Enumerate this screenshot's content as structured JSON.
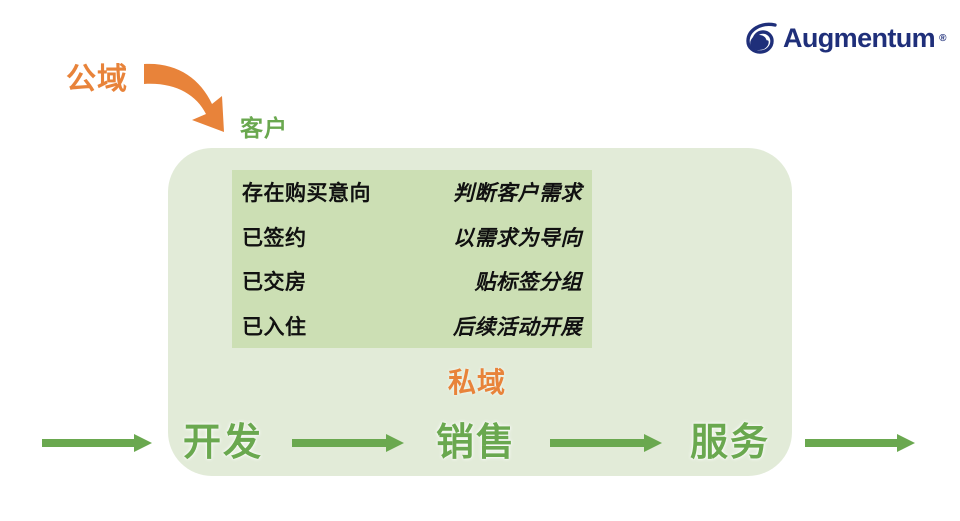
{
  "brand": {
    "logo_icon": "augmentum-spiral-icon",
    "name": "Augmentum",
    "registered_mark": "®",
    "color": "#1f2f7a"
  },
  "labels": {
    "public_domain": "公域",
    "customer": "客户",
    "private_domain": "私域"
  },
  "colors": {
    "orange": "#e8833a",
    "green_text": "#6aa84f",
    "panel_bg": "#e2ebd8",
    "stage_box_bg": "#ccdfb4",
    "arrow_green": "#6aa84f",
    "brand_navy": "#1f2f7a"
  },
  "stage_table": {
    "rows": [
      {
        "stage": "存在购买意向",
        "action": "判断客户需求"
      },
      {
        "stage": "已签约",
        "action": "以需求为导向"
      },
      {
        "stage": "已交房",
        "action": "贴标签分组"
      },
      {
        "stage": "已入住",
        "action": "后续活动开展"
      }
    ]
  },
  "flow": {
    "stages": [
      {
        "label": "开发"
      },
      {
        "label": "销售"
      },
      {
        "label": "服务"
      }
    ],
    "arrows": [
      {
        "name": "flow-arrow-1"
      },
      {
        "name": "flow-arrow-2"
      },
      {
        "name": "flow-arrow-3"
      },
      {
        "name": "flow-arrow-4"
      }
    ]
  }
}
